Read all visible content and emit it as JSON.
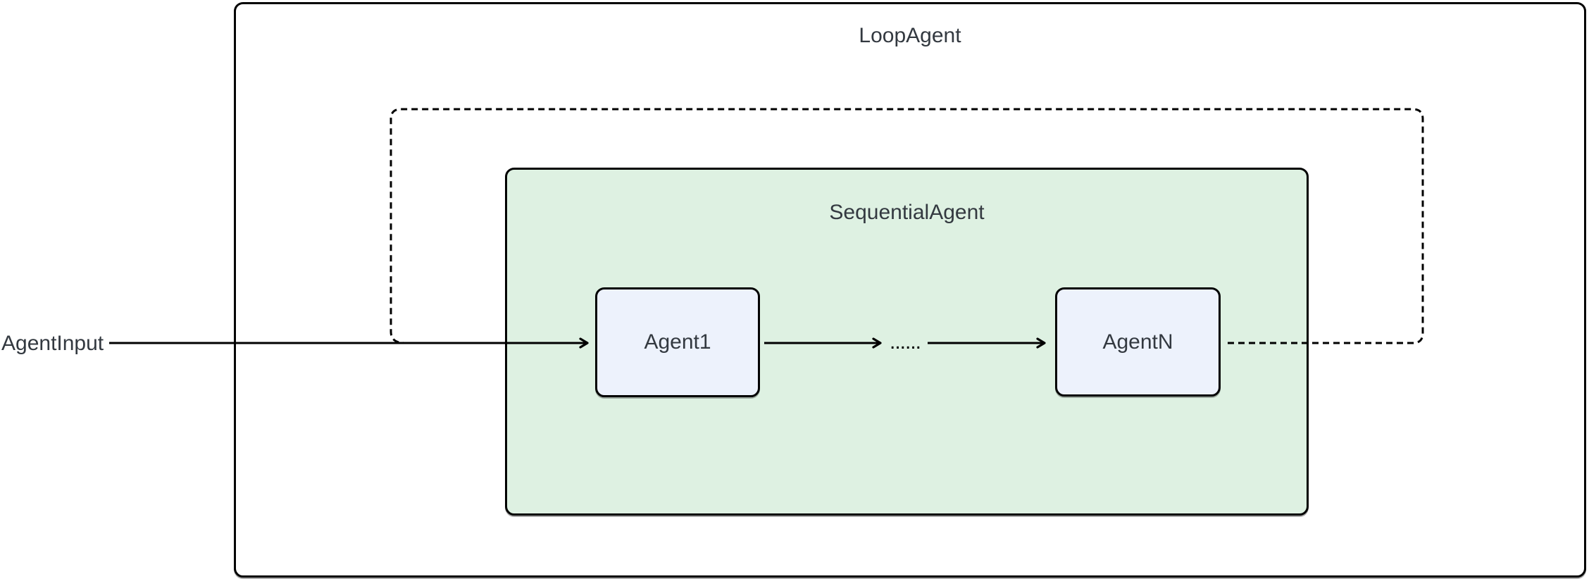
{
  "diagram": {
    "outer": {
      "label": "LoopAgent"
    },
    "sequential": {
      "label": "SequentialAgent"
    },
    "nodes": [
      {
        "label": "Agent1"
      },
      {
        "label": "AgentN"
      }
    ],
    "input_label": "AgentInput",
    "ellipsis": "......"
  },
  "colors": {
    "background": "#ffffff",
    "border": "#000000",
    "line": "#000000",
    "sequential_fill": "#def1e2",
    "node_fill": "#edf2fc",
    "text": "#333940"
  }
}
